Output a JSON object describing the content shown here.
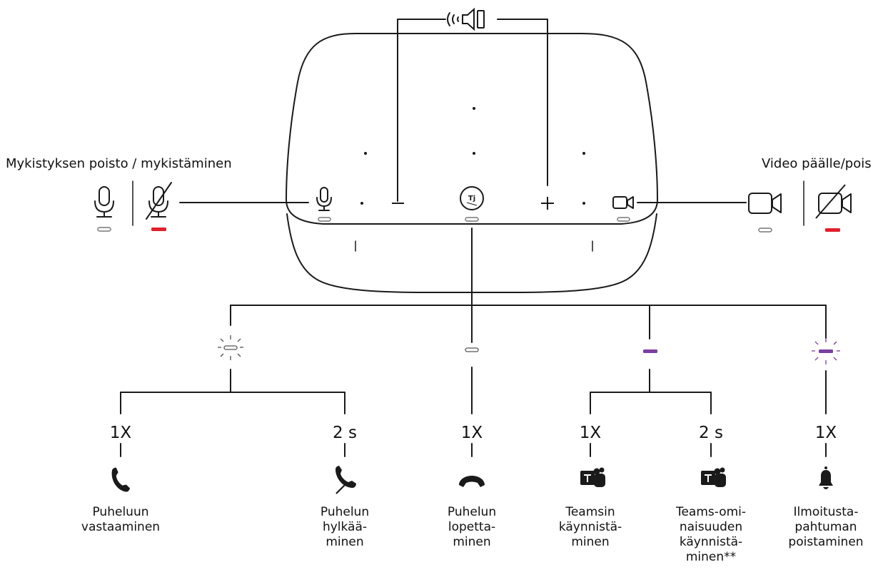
{
  "labels": {
    "mute_title": "Mykistyksen poisto / mykistäminen",
    "video_title": "Video päälle/pois"
  },
  "colors": {
    "line": "#1a1a1a",
    "mute_indicator": "#e0202c",
    "teams_purple": "#7b3fa0",
    "led_grey": "#777777"
  },
  "icons": {
    "top": "speaker-volume-icon",
    "left": [
      "microphone-icon",
      "microphone-muted-icon"
    ],
    "right": [
      "camera-icon",
      "camera-off-icon"
    ],
    "device_buttons": [
      "microphone-icon",
      "minus-icon",
      "teams-button-icon",
      "plus-icon",
      "camera-icon"
    ]
  },
  "leds": [
    "led-blinking-white",
    "led-solid-white",
    "led-solid-purple",
    "led-blinking-purple"
  ],
  "actions": [
    {
      "count": "1X",
      "icon": "phone-answer-icon",
      "caption": [
        "Puheluun",
        "vastaaminen"
      ]
    },
    {
      "count": "2 s",
      "icon": "phone-decline-icon",
      "caption": [
        "Puhelun",
        "hylkää-",
        "minen"
      ]
    },
    {
      "count": "1X",
      "icon": "phone-hangup-icon",
      "caption": [
        "Puhelun",
        "lopetta-",
        "minen"
      ]
    },
    {
      "count": "1X",
      "icon": "teams-icon",
      "caption": [
        "Teamsin",
        "käynnistä-",
        "minen"
      ]
    },
    {
      "count": "2 s",
      "icon": "teams-icon",
      "caption": [
        "Teams-omi-",
        "naisuuden",
        "käynnistä-",
        "minen**"
      ]
    },
    {
      "count": "1X",
      "icon": "bell-icon",
      "caption": [
        "Ilmoitusta-",
        "pahtuman",
        "poistaminen"
      ]
    }
  ]
}
